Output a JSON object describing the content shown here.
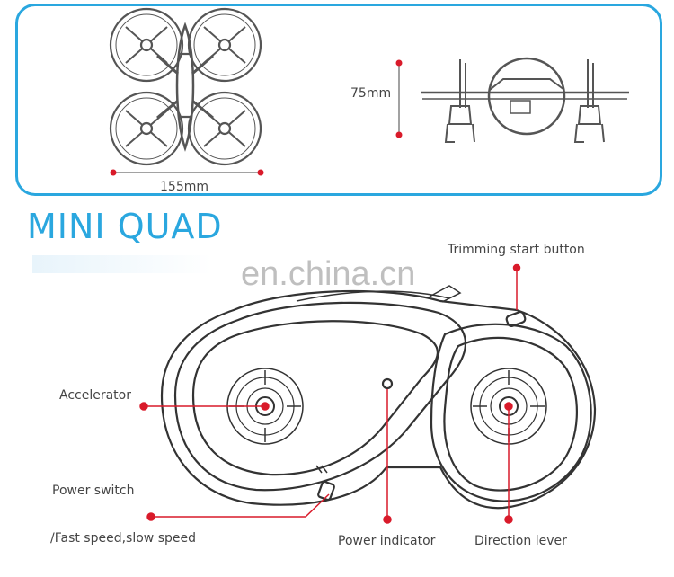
{
  "dimensions": {
    "width_label": "155mm",
    "height_label": "75mm"
  },
  "brand": {
    "title": "MINI QUAD"
  },
  "watermark": {
    "text": "en.china.cn"
  },
  "callouts": {
    "trim_button": "Trimming start button",
    "accelerator": "Accelerator",
    "power_switch": "Power switch",
    "speed": "/Fast speed,slow speed",
    "power_indicator": "Power indicator",
    "direction_lever": "Direction lever"
  },
  "colors": {
    "accent": "#2aa7df",
    "marker": "#d91a2a",
    "line": "#333333"
  }
}
